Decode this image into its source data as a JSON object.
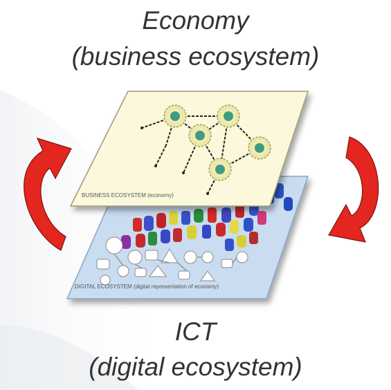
{
  "top_title_line1": "Economy",
  "top_title_line2": "(business ecosystem)",
  "bottom_title_line1": "ICT",
  "bottom_title_line2": "(digital ecosystem)",
  "upper_plane_label": "BUSINESS ECOSYSTEM (economy)",
  "lower_plane_label": "DIGITAL ECOSYSTEM (digital representation of economy)",
  "colors": {
    "upper_plane": "#fbf8dc",
    "lower_plane": "#c9dcf0",
    "arrow": "#e3261f",
    "node": "#3e9b86",
    "title_text": "#333333"
  },
  "icons": [
    "cycle-arrow-left-icon",
    "cycle-arrow-right-icon"
  ]
}
